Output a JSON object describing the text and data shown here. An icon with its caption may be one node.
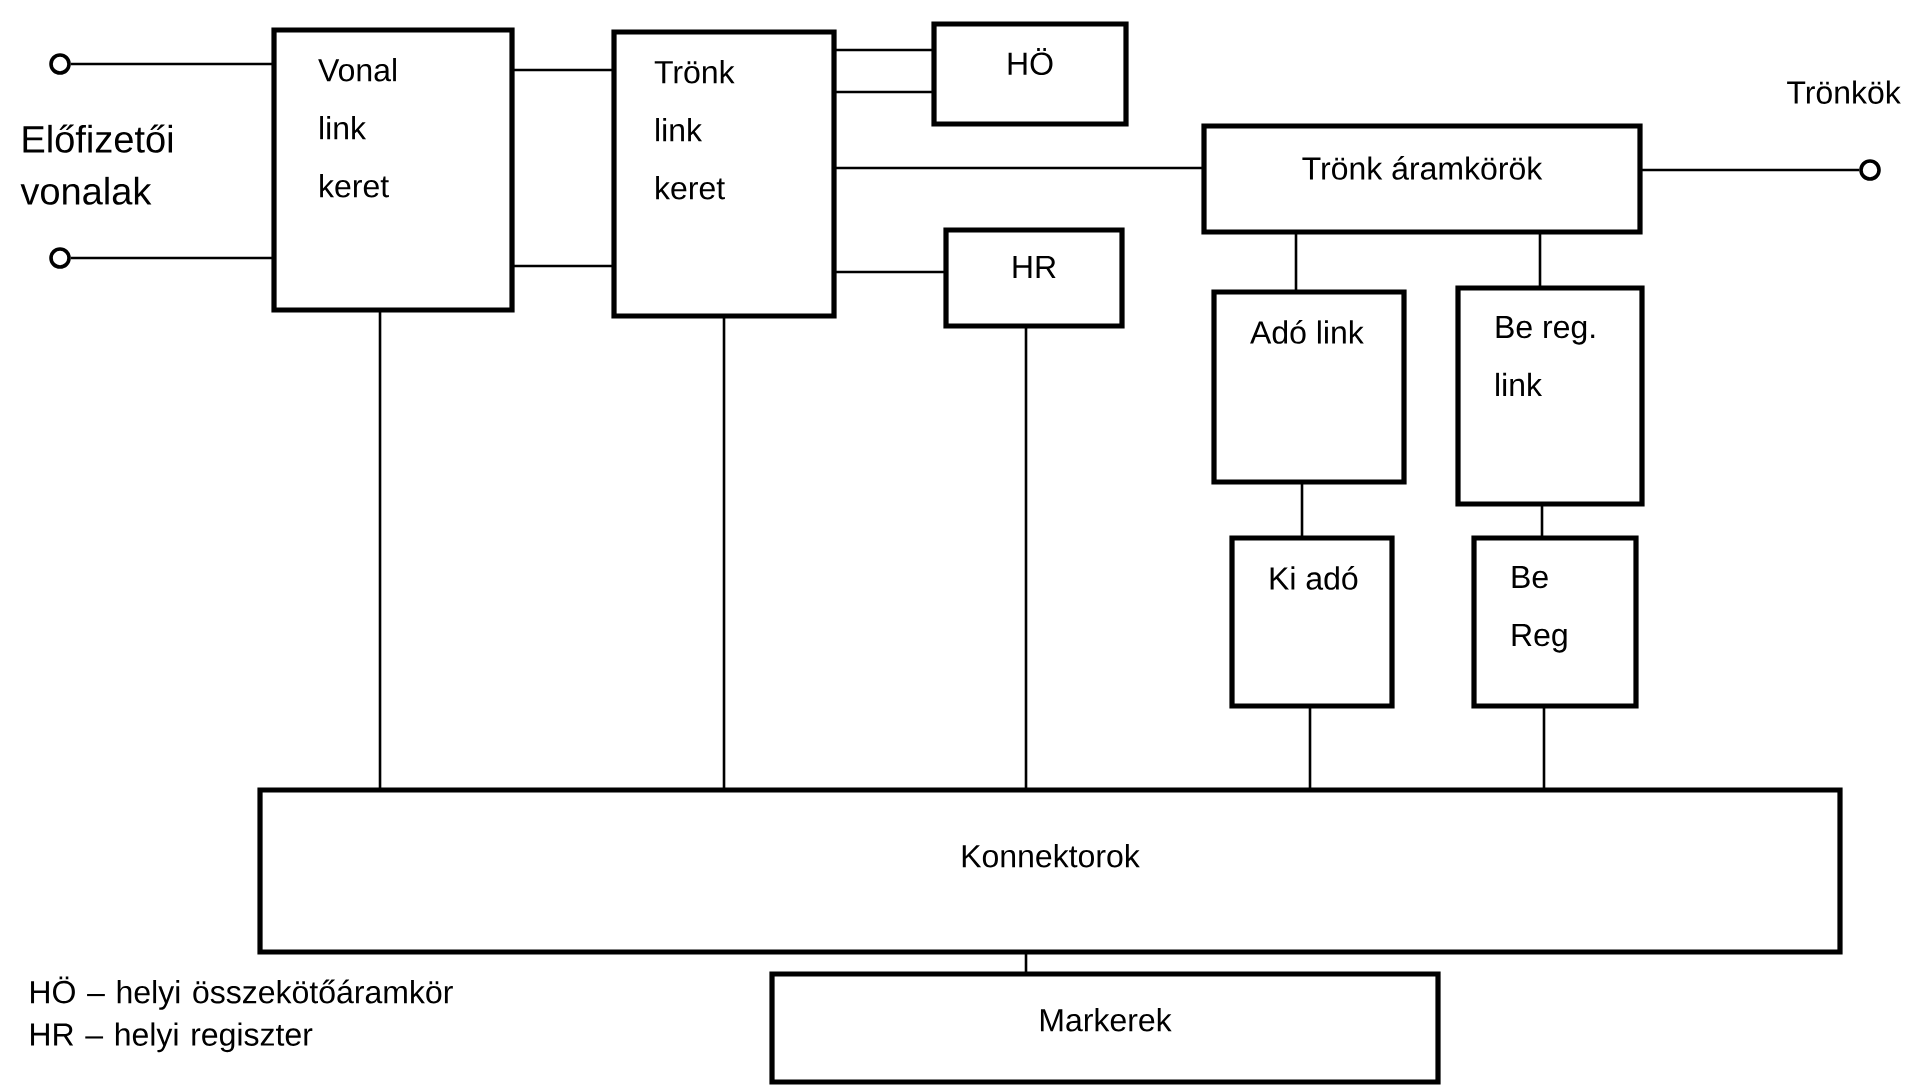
{
  "diagram": {
    "nodes": [
      {
        "text": [],
        "shape": "circle"
      },
      {
        "text": [],
        "shape": "circle"
      },
      {
        "text": [
          "Vonal link keret"
        ]
      },
      {
        "text": [
          "Trönk link keret"
        ]
      },
      {
        "text": [
          "HÖ"
        ]
      },
      {
        "text": [
          "HR"
        ]
      },
      {
        "text": [
          "Trönk áramkörök"
        ]
      },
      {
        "text": [
          "Adó link"
        ]
      },
      {
        "text": [
          "Be reg. link"
        ]
      },
      {
        "text": [
          "Ki adó"
        ]
      },
      {
        "text": [
          "Be Reg"
        ]
      },
      {
        "text": [
          "Konnektorok"
        ]
      },
      {
        "text": [
          "Markerek"
        ]
      },
      {
        "text": [],
        "shape": "circle"
      }
    ],
    "edges": [
      {
        "from": 0,
        "to": 2,
        "arrow": "none"
      },
      {
        "from": 1,
        "to": 2,
        "arrow": "none"
      },
      {
        "from": 2,
        "to": 3,
        "arrow": "none"
      },
      {
        "from": 2,
        "to": 3,
        "arrow": "none"
      },
      {
        "from": 3,
        "to": 4,
        "arrow": "none"
      },
      {
        "from": 3,
        "to": 4,
        "arrow": "none"
      },
      {
        "from": 3,
        "to": 6,
        "arrow": "none"
      },
      {
        "from": 3,
        "to": 5,
        "arrow": "none"
      },
      {
        "from": 6,
        "to": 13,
        "arrow": "none"
      },
      {
        "from": 6,
        "to": 7,
        "arrow": "none"
      },
      {
        "from": 6,
        "to": 8,
        "arrow": "none"
      },
      {
        "from": 7,
        "to": 9,
        "arrow": "none"
      },
      {
        "from": 8,
        "to": 10,
        "arrow": "none"
      },
      {
        "from": 2,
        "to": 11,
        "arrow": "none"
      },
      {
        "from": 3,
        "to": 11,
        "arrow": "none"
      },
      {
        "from": 5,
        "to": 11,
        "arrow": "none"
      },
      {
        "from": 9,
        "to": 11,
        "arrow": "none"
      },
      {
        "from": 10,
        "to": 11,
        "arrow": "none"
      },
      {
        "from": 11,
        "to": 12,
        "arrow": "none"
      }
    ],
    "labels": [
      "Előfizetői vonalak",
      "Trönkök",
      "HÖ – helyi összekötőáramkör",
      "HR – helyi regiszter"
    ]
  }
}
